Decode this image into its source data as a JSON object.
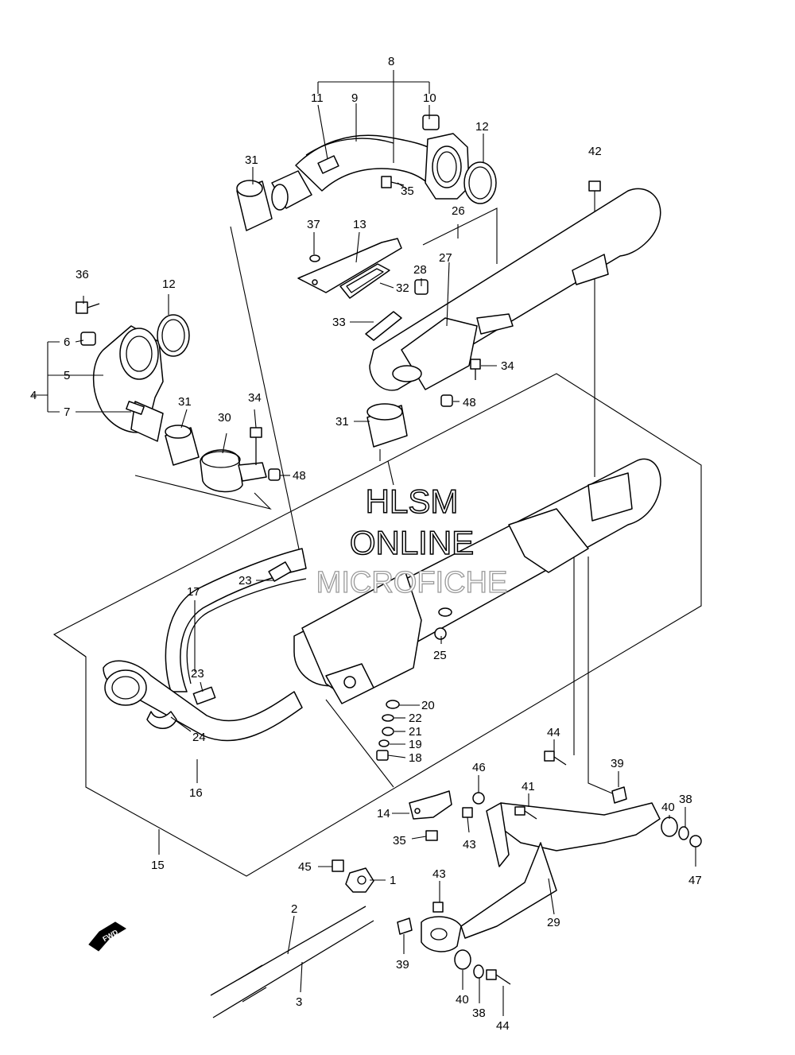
{
  "watermark": {
    "line1": "HLSM",
    "line2": "ONLINE",
    "line3": "MICROFICHE"
  },
  "direction_label": "FWD",
  "callouts": [
    {
      "id": "c1",
      "text": "1"
    },
    {
      "id": "c2",
      "text": "2"
    },
    {
      "id": "c3",
      "text": "3"
    },
    {
      "id": "c4",
      "text": "4"
    },
    {
      "id": "c5",
      "text": "5"
    },
    {
      "id": "c6",
      "text": "6"
    },
    {
      "id": "c7",
      "text": "7"
    },
    {
      "id": "c8",
      "text": "8"
    },
    {
      "id": "c9",
      "text": "9"
    },
    {
      "id": "c10",
      "text": "10"
    },
    {
      "id": "c11",
      "text": "11"
    },
    {
      "id": "c12a",
      "text": "12"
    },
    {
      "id": "c12b",
      "text": "12"
    },
    {
      "id": "c13",
      "text": "13"
    },
    {
      "id": "c14",
      "text": "14"
    },
    {
      "id": "c15",
      "text": "15"
    },
    {
      "id": "c16",
      "text": "16"
    },
    {
      "id": "c17",
      "text": "17"
    },
    {
      "id": "c18",
      "text": "18"
    },
    {
      "id": "c19",
      "text": "19"
    },
    {
      "id": "c20",
      "text": "20"
    },
    {
      "id": "c21",
      "text": "21"
    },
    {
      "id": "c22",
      "text": "22"
    },
    {
      "id": "c23a",
      "text": "23"
    },
    {
      "id": "c23b",
      "text": "23"
    },
    {
      "id": "c24",
      "text": "24"
    },
    {
      "id": "c25",
      "text": "25"
    },
    {
      "id": "c26",
      "text": "26"
    },
    {
      "id": "c27",
      "text": "27"
    },
    {
      "id": "c28",
      "text": "28"
    },
    {
      "id": "c29",
      "text": "29"
    },
    {
      "id": "c30",
      "text": "30"
    },
    {
      "id": "c31a",
      "text": "31"
    },
    {
      "id": "c31b",
      "text": "31"
    },
    {
      "id": "c31c",
      "text": "31"
    },
    {
      "id": "c32",
      "text": "32"
    },
    {
      "id": "c33",
      "text": "33"
    },
    {
      "id": "c34a",
      "text": "34"
    },
    {
      "id": "c34b",
      "text": "34"
    },
    {
      "id": "c35a",
      "text": "35"
    },
    {
      "id": "c35b",
      "text": "35"
    },
    {
      "id": "c36",
      "text": "36"
    },
    {
      "id": "c37",
      "text": "37"
    },
    {
      "id": "c38a",
      "text": "38"
    },
    {
      "id": "c38b",
      "text": "38"
    },
    {
      "id": "c39a",
      "text": "39"
    },
    {
      "id": "c39b",
      "text": "39"
    },
    {
      "id": "c40a",
      "text": "40"
    },
    {
      "id": "c40b",
      "text": "40"
    },
    {
      "id": "c41",
      "text": "41"
    },
    {
      "id": "c42",
      "text": "42"
    },
    {
      "id": "c43a",
      "text": "43"
    },
    {
      "id": "c43b",
      "text": "43"
    },
    {
      "id": "c44a",
      "text": "44"
    },
    {
      "id": "c44b",
      "text": "44"
    },
    {
      "id": "c45",
      "text": "45"
    },
    {
      "id": "c46",
      "text": "46"
    },
    {
      "id": "c47",
      "text": "47"
    },
    {
      "id": "c48a",
      "text": "48"
    },
    {
      "id": "c48b",
      "text": "48"
    }
  ]
}
